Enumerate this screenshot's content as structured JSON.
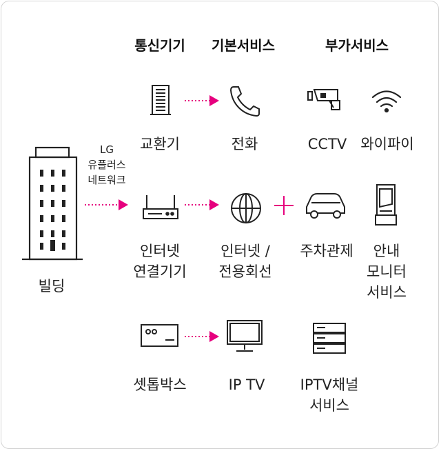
{
  "headers": {
    "comm_device": "통신기기",
    "basic_service": "기본서비스",
    "extra_service": "부가서비스"
  },
  "building": {
    "label": "빌딩"
  },
  "network": {
    "lines": [
      "LG",
      "유플러스",
      "네트워크"
    ]
  },
  "row1": {
    "device": "교환기",
    "service": "전화",
    "extras": [
      "CCTV",
      "와이파이"
    ]
  },
  "row2": {
    "device_lines": [
      "인터넷",
      "연결기기"
    ],
    "service_lines": [
      "인터넷 /",
      "전용회선"
    ],
    "extras": [
      {
        "lines": [
          "주차관제"
        ]
      },
      {
        "lines": [
          "안내",
          "모니터",
          "서비스"
        ]
      }
    ]
  },
  "row3": {
    "device": "셋톱박스",
    "service": "IP TV",
    "extra_lines": [
      "IPTV채널",
      "서비스"
    ]
  },
  "colors": {
    "accent": "#e6007e",
    "stroke": "#222222"
  },
  "icons": [
    "building-icon",
    "exchange-icon",
    "phone-icon",
    "cctv-icon",
    "wifi-icon",
    "router-icon",
    "globe-icon",
    "car-icon",
    "monitor-kiosk-icon",
    "settop-box-icon",
    "tv-icon",
    "server-icon"
  ]
}
